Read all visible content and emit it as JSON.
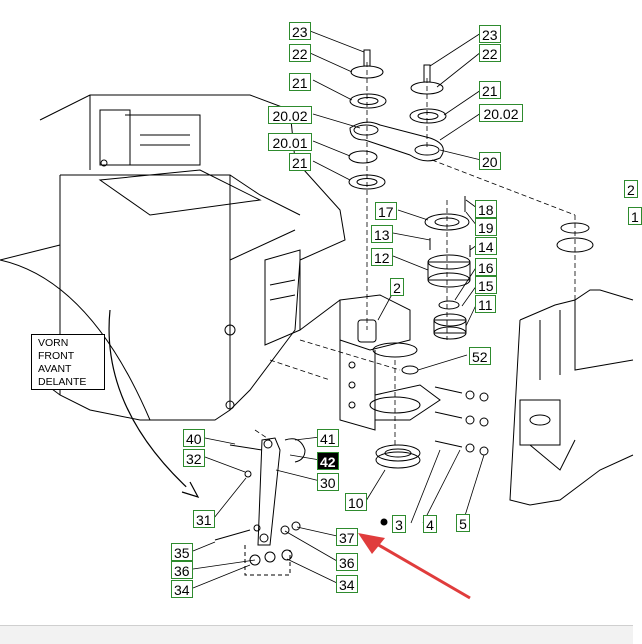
{
  "direction_label": {
    "lines": [
      "VORN",
      "FRONT",
      "AVANT",
      "DELANTE"
    ]
  },
  "callouts": [
    {
      "id": "c23a",
      "label": "23"
    },
    {
      "id": "c22a",
      "label": "22"
    },
    {
      "id": "c21a",
      "label": "21"
    },
    {
      "id": "c2002a",
      "label": "20.02"
    },
    {
      "id": "c2001",
      "label": "20.01"
    },
    {
      "id": "c21b",
      "label": "21"
    },
    {
      "id": "c23b",
      "label": "23"
    },
    {
      "id": "c22b",
      "label": "22"
    },
    {
      "id": "c21c",
      "label": "21"
    },
    {
      "id": "c2002b",
      "label": "20.02"
    },
    {
      "id": "c20",
      "label": "20"
    },
    {
      "id": "c17",
      "label": "17"
    },
    {
      "id": "c18",
      "label": "18"
    },
    {
      "id": "c19",
      "label": "19"
    },
    {
      "id": "c13",
      "label": "13"
    },
    {
      "id": "c14",
      "label": "14"
    },
    {
      "id": "c12",
      "label": "12"
    },
    {
      "id": "c16",
      "label": "16"
    },
    {
      "id": "c15",
      "label": "15"
    },
    {
      "id": "c11",
      "label": "11"
    },
    {
      "id": "c2",
      "label": "2"
    },
    {
      "id": "c52",
      "label": "52"
    },
    {
      "id": "c40",
      "label": "40"
    },
    {
      "id": "c41",
      "label": "41"
    },
    {
      "id": "c32",
      "label": "32"
    },
    {
      "id": "c42",
      "label": "42"
    },
    {
      "id": "c30",
      "label": "30"
    },
    {
      "id": "c10",
      "label": "10"
    },
    {
      "id": "c31",
      "label": "31"
    },
    {
      "id": "c3",
      "label": "3"
    },
    {
      "id": "c4",
      "label": "4"
    },
    {
      "id": "c5",
      "label": "5"
    },
    {
      "id": "c37",
      "label": "37"
    },
    {
      "id": "c35",
      "label": "35"
    },
    {
      "id": "c36a",
      "label": "36"
    },
    {
      "id": "c36b",
      "label": "36"
    },
    {
      "id": "c34a",
      "label": "34"
    },
    {
      "id": "c34b",
      "label": "34"
    },
    {
      "id": "c2r1",
      "label": "2"
    },
    {
      "id": "c1r2",
      "label": "1"
    }
  ],
  "colors": {
    "callout_border": "#2e8b2e",
    "arrow": "#e03c3c",
    "line": "#000000"
  }
}
